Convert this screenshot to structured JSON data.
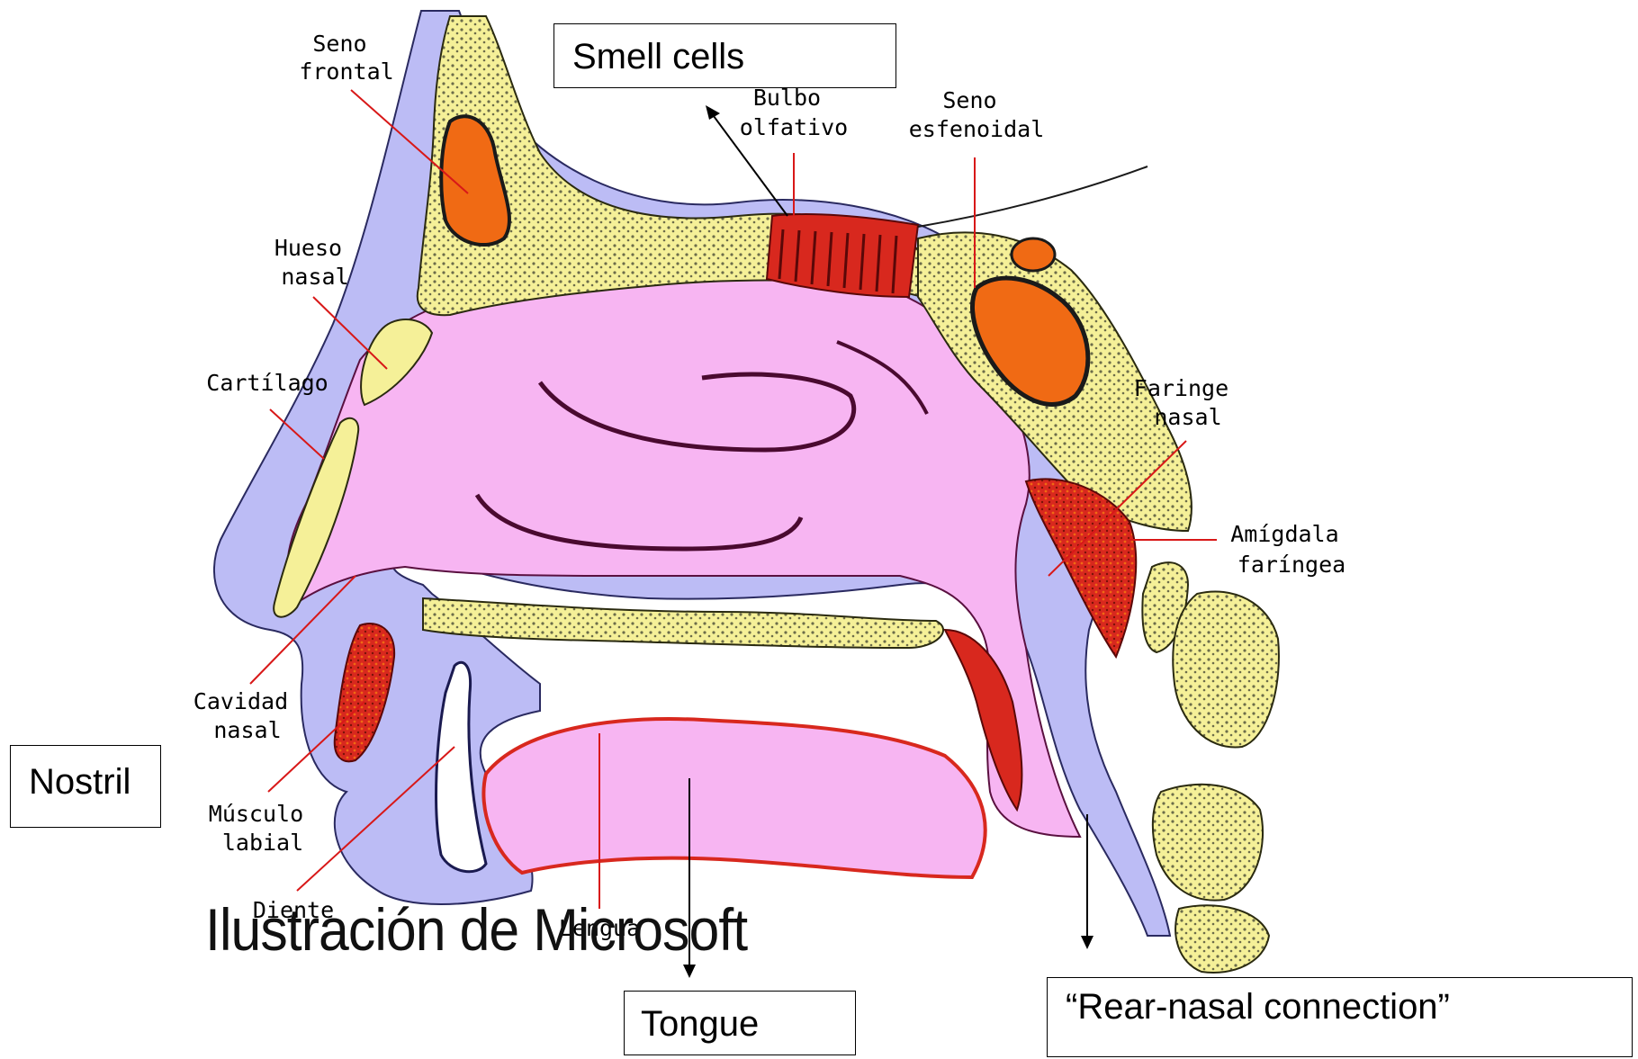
{
  "colors": {
    "bone": "#f5f098",
    "mucosa": "#bcbcf5",
    "cavity": "#f7b5f2",
    "tissue": "#d8281e",
    "sinus_fill": "#f06a14",
    "leader_line": "#d81818"
  },
  "spanish_labels": {
    "seno_frontal": [
      "Seno",
      "frontal"
    ],
    "bulbo_olfativo": [
      "Bulbo",
      "olfativo"
    ],
    "seno_esfenoidal": [
      "Seno",
      "esfenoidal"
    ],
    "hueso_nasal": [
      "Hueso",
      "nasal"
    ],
    "cartilago": [
      "Cartílago"
    ],
    "faringe_nasal": [
      "Faringe",
      "nasal"
    ],
    "amigdala_faringea": [
      "Amígdala",
      "faríngea"
    ],
    "cavidad_nasal": [
      "Cavidad",
      "nasal"
    ],
    "musculo_labial": [
      "Músculo",
      "labial"
    ],
    "diente": [
      "Diente"
    ],
    "lengua": [
      "Lengua"
    ]
  },
  "watermark": "Ilustración de Microsoft",
  "annotations": {
    "smell_cells": "Smell cells",
    "nostril": "Nostril",
    "tongue": "Tongue",
    "rear_nasal": "“Rear-nasal connection”"
  }
}
